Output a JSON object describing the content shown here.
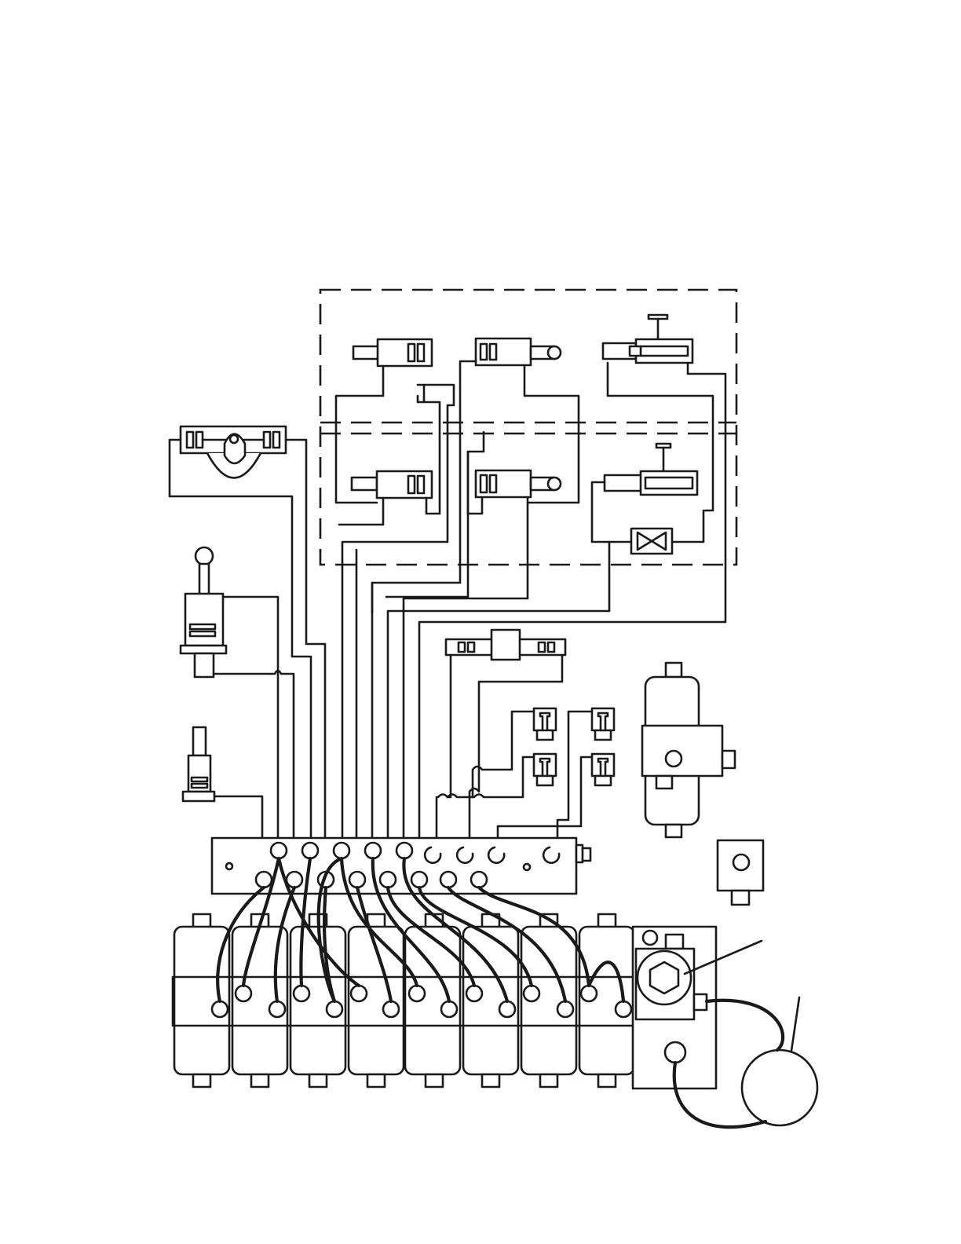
{
  "diagram": {
    "colors": {
      "line": "#1a1a1a",
      "background": "#ffffff"
    },
    "components": {
      "outrigger_cylinders": 4,
      "stabilizer_cylinders": 2,
      "counterbalance_valves": 4,
      "valve_sections": 8,
      "manifold_ports_upper": 10,
      "manifold_ports_lower": 8
    }
  }
}
